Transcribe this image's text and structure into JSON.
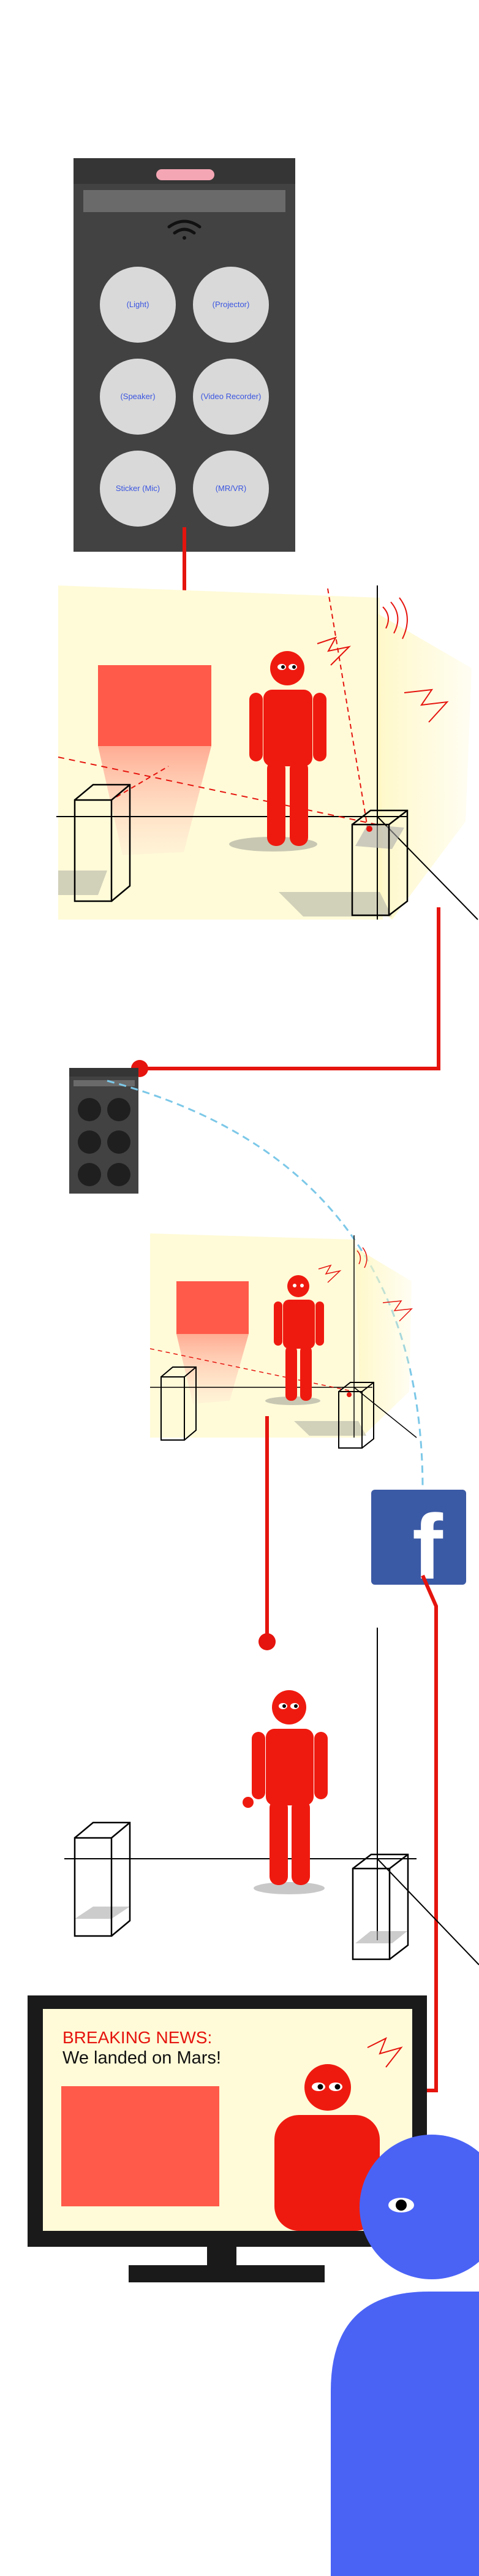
{
  "device": {
    "buttons": [
      {
        "label": "(Light)"
      },
      {
        "label": "(Projector)"
      },
      {
        "label": "(Speaker)"
      },
      {
        "label": "(Video Recorder)"
      },
      {
        "label": "Sticker (Mic)"
      },
      {
        "label": "(MR/VR)"
      }
    ]
  },
  "social": {
    "logo_letter": "f"
  },
  "tv": {
    "headline": "BREAKING NEWS:",
    "subline": "We landed on Mars!"
  },
  "colors": {
    "accent_red": "#e5140e",
    "figure_red": "#ef1a0f",
    "projection_red": "#ff5a4a",
    "room_yellow": "#fffbd8",
    "device_dark": "#424242",
    "button_gray": "#d9d9d9",
    "facebook_blue": "#3b5aa5",
    "viewer_blue": "#4a63f5",
    "link_blue_dashed": "#7cc8e8"
  }
}
